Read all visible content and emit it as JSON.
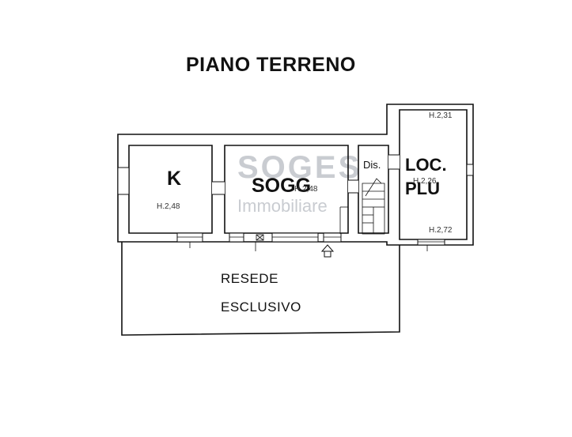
{
  "title": "PIANO TERRENO",
  "rooms": {
    "kitchen": {
      "label": "K",
      "height": "H.2,48"
    },
    "living": {
      "label": "SOGG",
      "height": "H.2,48"
    },
    "hall": {
      "label": "Dis."
    },
    "utility": {
      "label_line1": "LOC.",
      "label_line2": "PLU",
      "height_top": "H.2,31",
      "height_mid": "H.2,26",
      "height_bottom": "H.2,72"
    }
  },
  "outdoor": {
    "line1": "RESEDE",
    "line2": "ESCLUSIVO"
  },
  "watermark": {
    "line1": "SOGES",
    "line2": "Immobiliare"
  }
}
